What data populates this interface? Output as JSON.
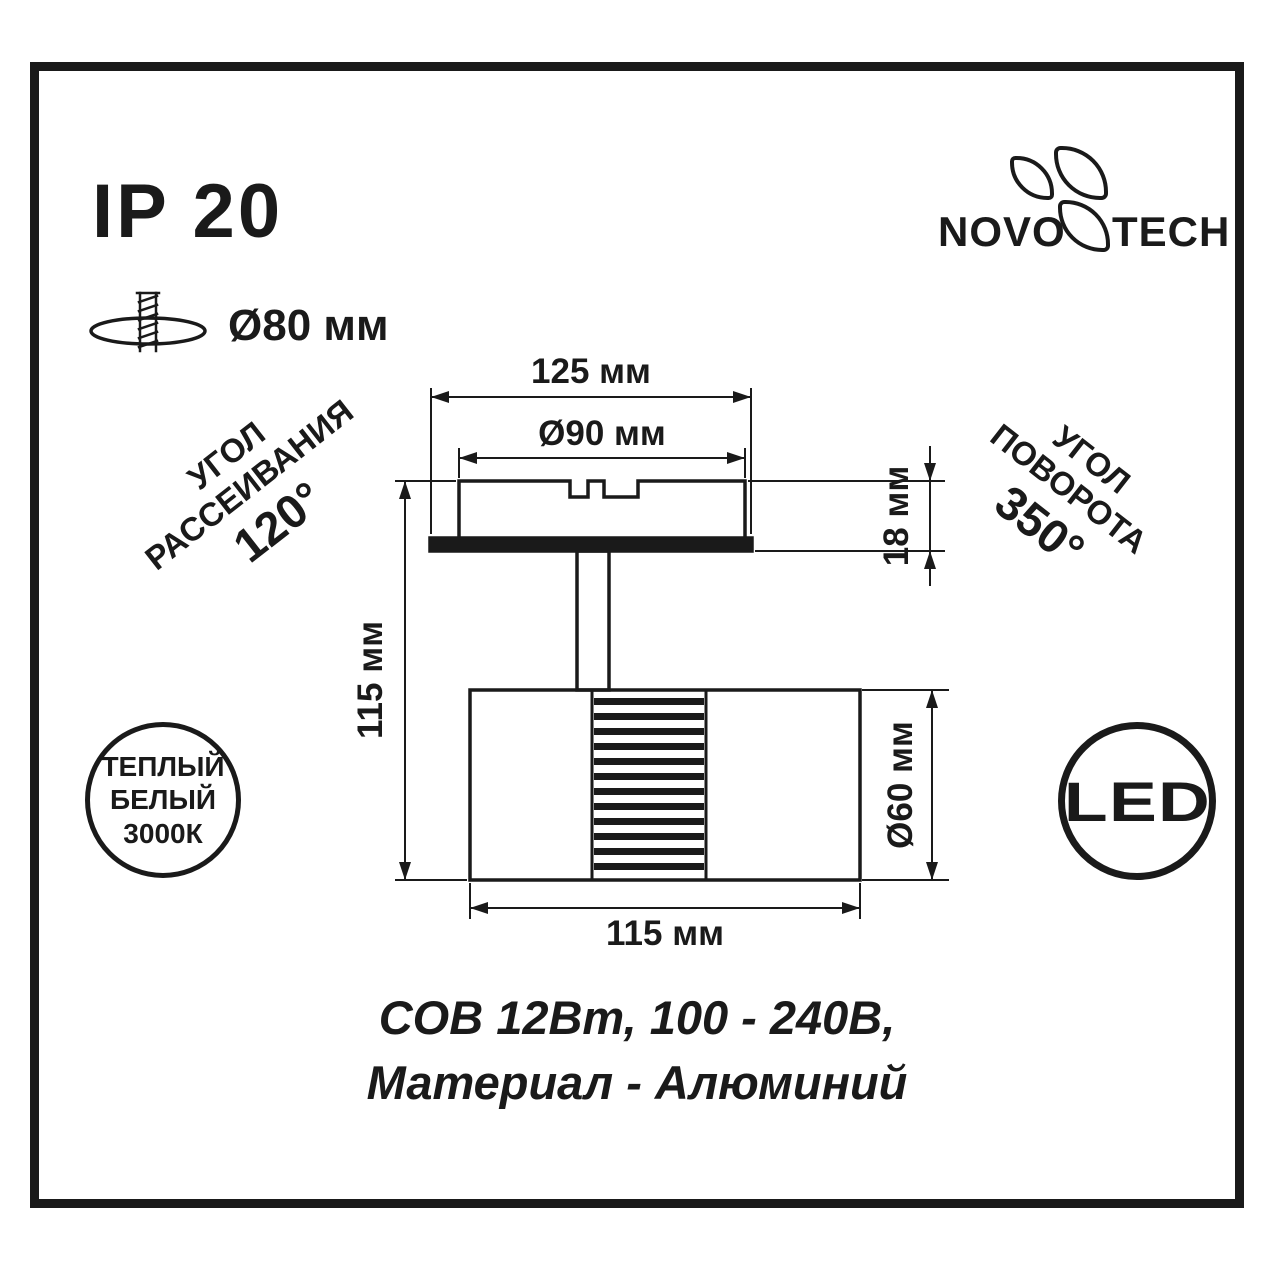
{
  "colors": {
    "ink": "#1a1a1a",
    "background": "#ffffff"
  },
  "header": {
    "ip_rating": "IP 20",
    "cutout_diameter": "Ø80 мм",
    "logo_part1": "NOVO",
    "logo_part2": "TECH"
  },
  "drawing": {
    "dim_top_width": "125 мм",
    "dim_plate_diameter": "Ø90 мм",
    "dim_base_height": "18 мм",
    "dim_total_height": "115 мм",
    "dim_body_diameter": "Ø60 мм",
    "dim_body_width": "115 мм"
  },
  "annotations": {
    "beam_angle_line1": "УГОЛ",
    "beam_angle_line2": "РАССЕИВАНИЯ",
    "beam_angle_value": "120°",
    "rotation_angle_line1": "УГОЛ",
    "rotation_angle_line2": "ПОВОРОТА",
    "rotation_angle_value": "350°",
    "color_temp_line1": "ТЕПЛЫЙ",
    "color_temp_line2": "БЕЛЫЙ",
    "color_temp_line3": "3000К",
    "led_badge": "LED"
  },
  "specs": {
    "line1": "COB 12Вт, 100 - 240В,",
    "line2": "Материал - Алюминий"
  }
}
